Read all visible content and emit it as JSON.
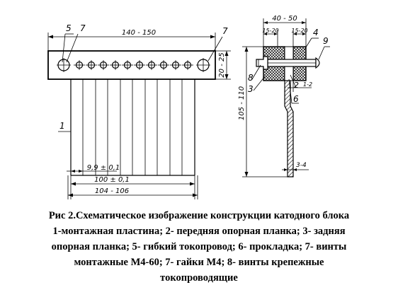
{
  "drawing": {
    "front_view": {
      "dims": {
        "width_top": "140 - 150",
        "height_side": "20 - 25",
        "pitch": "9,9 ± 0,1",
        "span_inner": "100 ± 0,1",
        "span_outer": "104 - 106"
      },
      "labels": {
        "l5": "5",
        "l7a": "7",
        "l7b": "7",
        "l1": "1"
      }
    },
    "side_view": {
      "dims": {
        "total_width": "40 - 50",
        "left_block": "15-20",
        "right_block": "15-20",
        "height": "105 - 110",
        "gap": "1-2",
        "bottom": "3-4"
      },
      "labels": {
        "l4": "4",
        "l9": "9",
        "l8": "8",
        "l3": "3",
        "l2": "2",
        "l6": "6"
      }
    }
  },
  "caption": {
    "line1": "Рис 2.Схематическое изображение конструкции катодного блока",
    "line2": "1-монтажная пластина; 2- передняя опорная планка; 3- задняя",
    "line3": "опорная планка; 5- гибкий токопровод; 6- прокладка; 7- винты",
    "line4": "монтажные М4-60; 7- гайки М4; 8- винты крепежные",
    "line5": "токопроводящие"
  }
}
